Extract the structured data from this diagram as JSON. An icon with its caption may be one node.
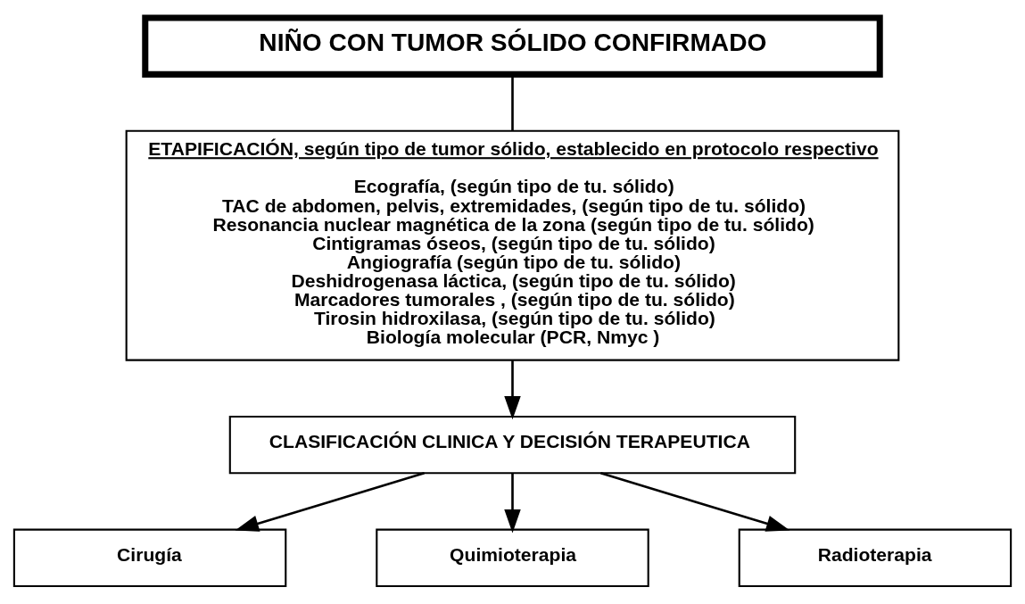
{
  "diagram": {
    "nodes": [
      {
        "text": [
          "NIÑO CON TUMOR SÓLIDO CONFIRMADO"
        ]
      },
      {
        "text": [
          "ETAPIFICACIÓN, según tipo de tumor sólido, establecido en protocolo respectivo",
          "Ecografía, (según tipo de tu. sólido)",
          "TAC de abdomen, pelvis, extremidades, (según tipo de tu. sólido)",
          "Resonancia nuclear magnética de la zona (según tipo de tu. sólido)",
          "Cintigramas óseos, (según tipo de tu. sólido)",
          "Angiografía (según tipo de tu. sólido)",
          "Deshidrogenasa láctica, (según tipo de tu. sólido)",
          "Marcadores tumorales , (según tipo de tu. sólido)",
          "Tirosin hidroxilasa, (según tipo de tu. sólido)",
          "Biología molecular (PCR, Nmyc )"
        ]
      },
      {
        "text": [
          "CLASIFICACIÓN CLINICA Y DECISIÓN TERAPEUTICA"
        ]
      },
      {
        "text": [
          "Cirugía"
        ]
      },
      {
        "text": [
          "Quimioterapia"
        ]
      },
      {
        "text": [
          "Radioterapia"
        ]
      }
    ],
    "edges": [
      {
        "from": 0,
        "to": 1,
        "arrow": "none"
      },
      {
        "from": 1,
        "to": 2,
        "arrow": "to"
      },
      {
        "from": 2,
        "to": 3,
        "arrow": "to"
      },
      {
        "from": 2,
        "to": 4,
        "arrow": "to"
      },
      {
        "from": 2,
        "to": 5,
        "arrow": "to"
      }
    ]
  }
}
